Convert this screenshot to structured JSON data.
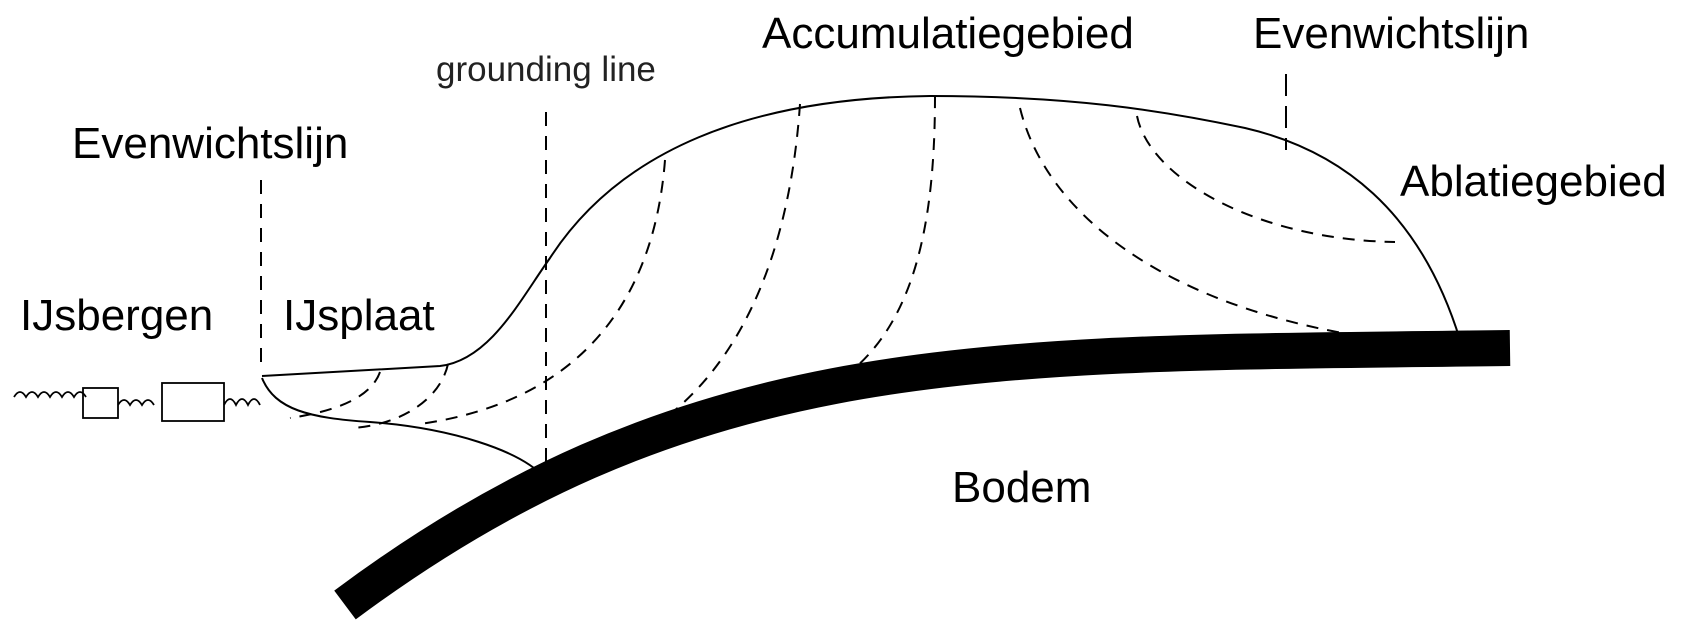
{
  "labels": {
    "accumulation_zone": "Accumulatiegebied",
    "equilibrium_line_right": "Evenwichtslijn",
    "grounding_line": "grounding line",
    "equilibrium_line_left": "Evenwichtslijn",
    "ablation_zone": "Ablatiegebied",
    "icebergs": "IJsbergen",
    "ice_shelf": "IJsplaat",
    "bed": "Bodem"
  },
  "colors": {
    "ink": "#000000",
    "background": "#ffffff"
  }
}
